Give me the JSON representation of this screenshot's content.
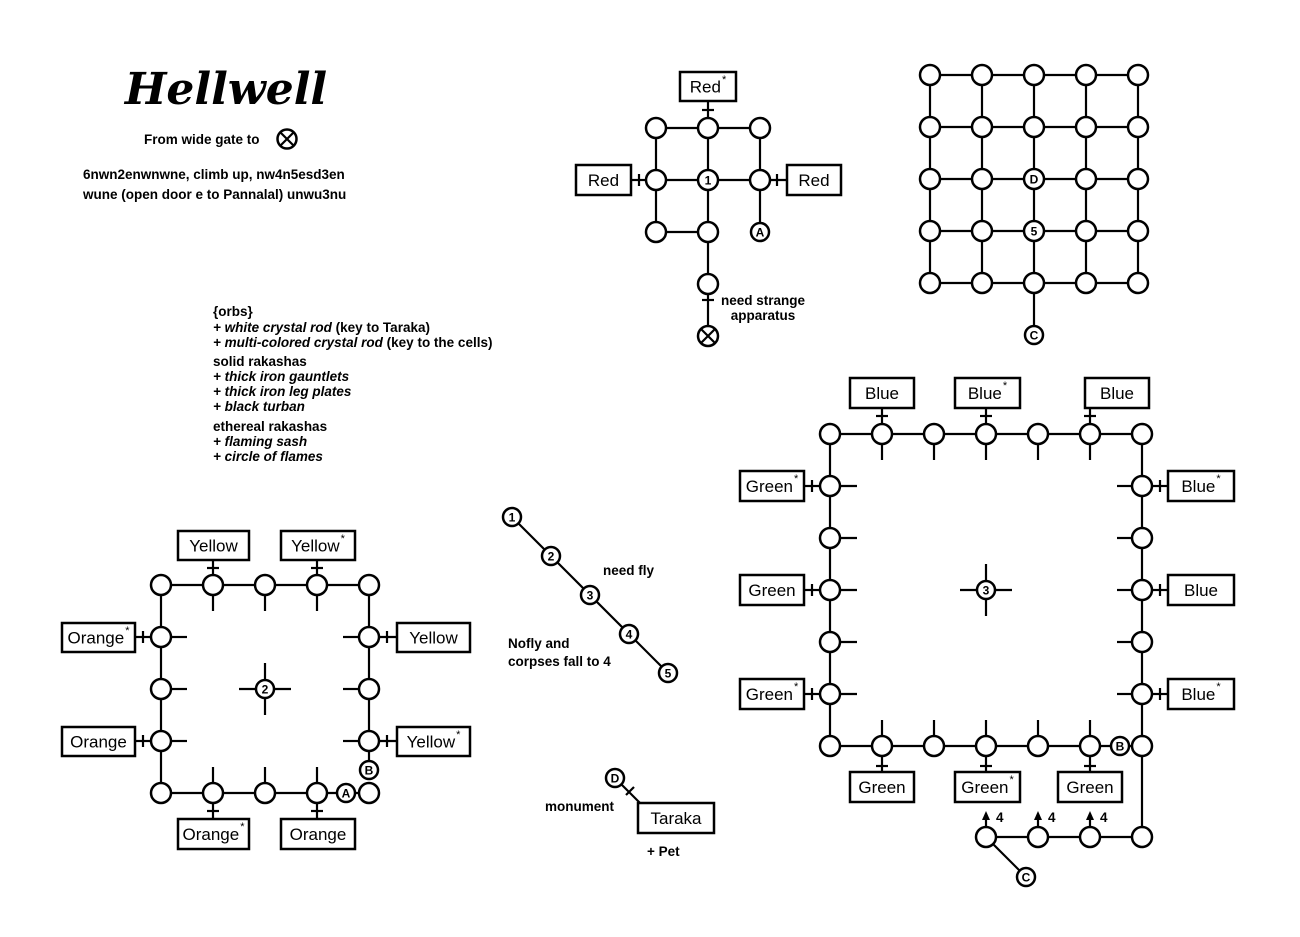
{
  "header": {
    "title": "Hellwell",
    "from_label": "From wide gate to",
    "route_line1": "6nwn2enwnwne, climb up, nw4n5esd3en",
    "route_line2": "wune (open door e to Pannalal) unwu3nu"
  },
  "legend": [
    {
      "plain": "{orbs}",
      "italic": ""
    },
    {
      "plain": " (key to Taraka)",
      "italic": "+ white crystal rod"
    },
    {
      "plain": " (key to the cells)",
      "italic": "+ multi-colored crystal rod"
    },
    {
      "plain": "solid rakashas",
      "italic": ""
    },
    {
      "plain": "",
      "italic": "+ thick iron gauntlets"
    },
    {
      "plain": "",
      "italic": "+ thick iron leg plates"
    },
    {
      "plain": "",
      "italic": "+ black turban"
    },
    {
      "plain": "ethereal rakashas",
      "italic": ""
    },
    {
      "plain": "",
      "italic": "+ flaming sash"
    },
    {
      "plain": "",
      "italic": "+ circle of flames"
    }
  ],
  "red_area": {
    "center_label": "1",
    "link_label": "A",
    "note": [
      "need strange",
      "apparatus"
    ],
    "boxes": [
      {
        "label": "Red",
        "star": "*"
      },
      {
        "label": "Red",
        "star": ""
      },
      {
        "label": "Red",
        "star": ""
      }
    ]
  },
  "grid_area": {
    "d_label": "D",
    "five_label": "5",
    "c_label": "C"
  },
  "blue_green_area": {
    "center_label": "3",
    "b_label": "B",
    "c_label": "C",
    "drop_label": "4",
    "boxes_top": [
      {
        "label": "Blue",
        "star": ""
      },
      {
        "label": "Blue",
        "star": "*"
      },
      {
        "label": "Blue",
        "star": ""
      }
    ],
    "boxes_left": [
      {
        "label": "Green",
        "star": "*"
      },
      {
        "label": "Green",
        "star": ""
      },
      {
        "label": "Green",
        "star": "*"
      }
    ],
    "boxes_right": [
      {
        "label": "Blue",
        "star": "*"
      },
      {
        "label": "Blue",
        "star": ""
      },
      {
        "label": "Blue",
        "star": "*"
      }
    ],
    "boxes_bottom": [
      {
        "label": "Green",
        "star": ""
      },
      {
        "label": "Green",
        "star": "*"
      },
      {
        "label": "Green",
        "star": ""
      }
    ]
  },
  "yellow_orange_area": {
    "center_label": "2",
    "a_label": "A",
    "b_label": "B",
    "boxes_top": [
      {
        "label": "Yellow",
        "star": ""
      },
      {
        "label": "Yellow",
        "star": "*"
      }
    ],
    "boxes_left": [
      {
        "label": "Orange",
        "star": "*"
      },
      {
        "label": "Orange",
        "star": ""
      }
    ],
    "boxes_right": [
      {
        "label": "Yellow",
        "star": ""
      },
      {
        "label": "Yellow",
        "star": "*"
      }
    ],
    "boxes_bottom": [
      {
        "label": "Orange",
        "star": "*"
      },
      {
        "label": "Orange",
        "star": ""
      }
    ]
  },
  "chain": {
    "labels": [
      "1",
      "2",
      "3",
      "4",
      "5"
    ],
    "need_fly": "need fly",
    "nofly": [
      "Nofly and",
      "corpses fall to 4"
    ]
  },
  "taraka": {
    "d_label": "D",
    "monument": "monument",
    "box": {
      "label": "Taraka",
      "star": ""
    },
    "pet": "+ Pet"
  }
}
